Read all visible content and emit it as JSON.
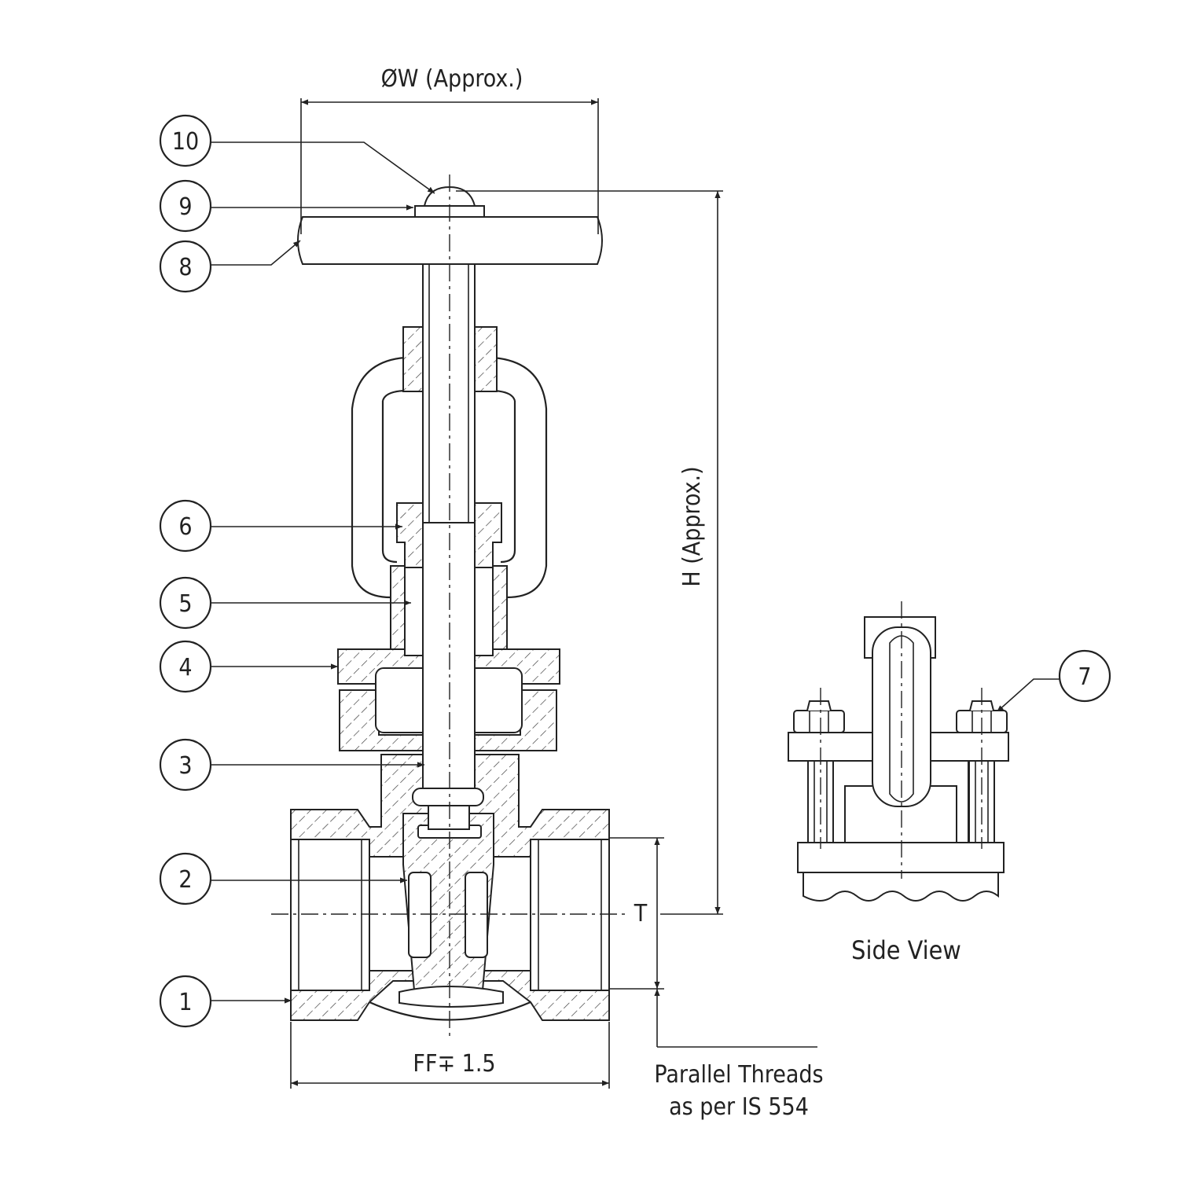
{
  "dimensions": {
    "handwheel_diameter": "ØW (Approx.)",
    "height": "H (Approx.)",
    "face_to_face": "FF∓ 1.5",
    "thread_length": "T"
  },
  "callouts": [
    {
      "number": "1"
    },
    {
      "number": "2"
    },
    {
      "number": "3"
    },
    {
      "number": "4"
    },
    {
      "number": "5"
    },
    {
      "number": "6"
    },
    {
      "number": "7"
    },
    {
      "number": "8"
    },
    {
      "number": "9"
    },
    {
      "number": "10"
    }
  ],
  "notes": {
    "thread_line1": "Parallel Threads",
    "thread_line2": "as per IS 554"
  },
  "side_view_label": "Side View"
}
